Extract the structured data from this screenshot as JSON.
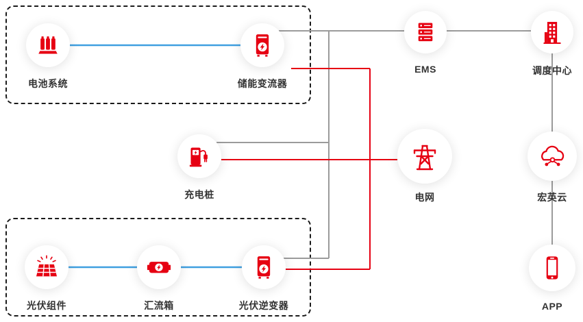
{
  "page": {
    "background": "#ffffff"
  },
  "colors": {
    "accent": "#e60012",
    "line_gray": "#9b9b9b",
    "line_blue": "#3f9fe0",
    "line_red": "#e60012",
    "label_color": "#333333",
    "box_border": "#1a1a1a"
  },
  "nodes": {
    "battery": {
      "label": "电池系统",
      "icon": "battery-cabinet-icon"
    },
    "pcs": {
      "label": "储能变流器",
      "icon": "storage-converter-icon"
    },
    "charger": {
      "label": "充电桩",
      "icon": "ev-charger-icon"
    },
    "pv": {
      "label": "光伏组件",
      "icon": "solar-panel-icon"
    },
    "combiner": {
      "label": "汇流箱",
      "icon": "combiner-box-icon"
    },
    "pv_inverter": {
      "label": "光伏逆变器",
      "icon": "pv-inverter-icon"
    },
    "ems": {
      "label": "EMS",
      "icon": "server-icon"
    },
    "dispatch": {
      "label": "调度中心",
      "icon": "building-icon"
    },
    "grid": {
      "label": "电网",
      "icon": "transmission-tower-icon"
    },
    "cloud": {
      "label": "宏英云",
      "icon": "cloud-network-icon"
    },
    "app": {
      "label": "APP",
      "icon": "smartphone-icon"
    }
  },
  "dashed_groups": [
    [
      "电池系统",
      "储能变流器"
    ],
    [
      "光伏组件",
      "汇流箱",
      "光伏逆变器"
    ]
  ],
  "connections": [
    {
      "from": "电池系统",
      "to": "储能变流器",
      "color": "blue"
    },
    {
      "from": "光伏组件",
      "to": "汇流箱",
      "color": "blue"
    },
    {
      "from": "汇流箱",
      "to": "光伏逆变器",
      "color": "blue"
    },
    {
      "from": "储能变流器",
      "to": "EMS",
      "color": "gray"
    },
    {
      "from": "充电桩",
      "to": "EMS",
      "color": "gray"
    },
    {
      "from": "光伏逆变器",
      "to": "EMS",
      "color": "gray"
    },
    {
      "from": "EMS",
      "to": "调度中心",
      "color": "gray"
    },
    {
      "from": "调度中心",
      "to": "宏英云",
      "color": "gray"
    },
    {
      "from": "宏英云",
      "to": "APP",
      "color": "gray"
    },
    {
      "from": "储能变流器",
      "to": "电网",
      "color": "red"
    },
    {
      "from": "光伏逆变器",
      "to": "电网",
      "color": "red"
    },
    {
      "from": "充电桩",
      "to": "电网",
      "color": "red"
    }
  ]
}
